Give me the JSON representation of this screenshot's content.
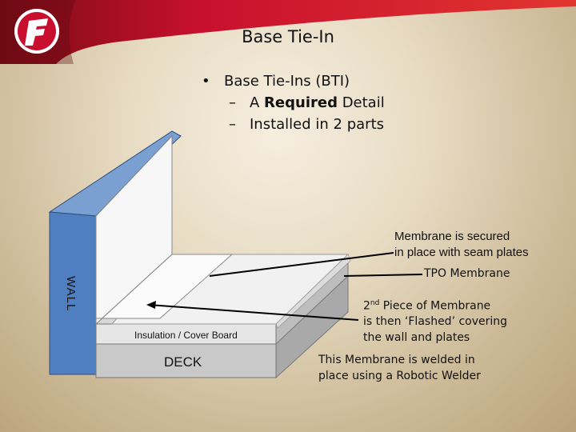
{
  "slide": {
    "title": "Base Tie-In",
    "bullet": "Base Tie-Ins (BTI)",
    "sub1_prefix": "A ",
    "sub1_bold": "Required",
    "sub1_suffix": " Detail",
    "sub2": "Installed in 2 parts",
    "bullet_glyph": "•",
    "dash_glyph": "–"
  },
  "logo": {
    "letter": "F",
    "icon": "firestone-logo"
  },
  "diagram": {
    "wall_label": "WALL",
    "deck_label": "DECK",
    "insulation_label": "Insulation / Cover Board",
    "callout_seam_line1": "Membrane is secured",
    "callout_seam_line2": "in place with seam plates",
    "callout_tpo": "TPO Membrane",
    "callout_second_line1_num": "2",
    "callout_second_line1_sup": "nd",
    "callout_second_line1_rest": " Piece of Membrane",
    "callout_second_line2": "is then ‘Flashed’ covering",
    "callout_second_line3": "the wall and plates",
    "callout_welded_line1": "This Membrane is welded in",
    "callout_welded_line2": "place using a Robotic Welder"
  },
  "colors": {
    "accent_red": "#c8102e",
    "wall_blue": "#4f7fc0",
    "deck_gray": "#c9c9c9",
    "membrane_white": "#f7f7f7"
  }
}
